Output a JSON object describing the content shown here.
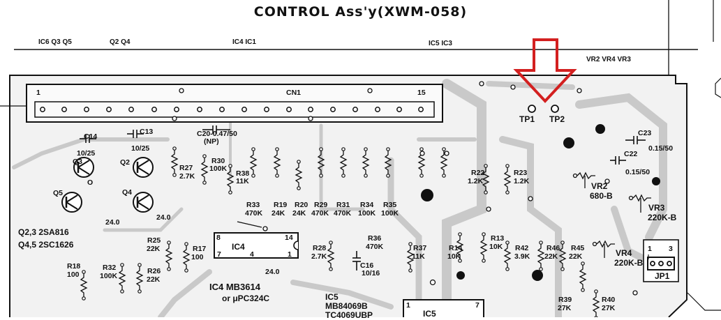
{
  "title": "CONTROL Ass'y(XWM-058)",
  "header_left_1": "IC6 Q3 Q5",
  "header_left_2": "Q2 Q4",
  "header_mid": "IC4  IC1",
  "header_ic5": "IC5 IC3",
  "header_vr": "VR2  VR4  VR3",
  "connector": {
    "name": "CN1",
    "pin_first": "1",
    "pin_last": "15"
  },
  "test_points": {
    "tp1": "TP1",
    "tp2": "TP2"
  },
  "jumper": {
    "name": "JP1",
    "pin1": "1",
    "pin3": "3"
  },
  "capacitors": {
    "c14": "C14",
    "c14_val": "10/25",
    "c13": "C13",
    "c13_val": "10/25",
    "c20": "C20-0.47/50",
    "c20_np": "(NP)",
    "c23": "C23",
    "c23_val": "0.15/50",
    "c22": "C22",
    "c22_val": "0.15/50",
    "c16": "C16",
    "c16_val": "10/16"
  },
  "resistors": {
    "r27": "R27",
    "r27_val": "2.7K",
    "r30": "R30",
    "r30_val": "100K",
    "r38": "R38",
    "r38_val": "11K",
    "r33": "R33",
    "r33_val": "470K",
    "r19": "R19",
    "r19_val": "24K",
    "r20": "R20",
    "r20_val": "24K",
    "r29": "R29",
    "r29_val": "470K",
    "r31": "R31",
    "r31_val": "470K",
    "r34": "R34",
    "r34_val": "100K",
    "r35": "R35",
    "r35_val": "100K",
    "r22": "R22",
    "r22_val": "1.2K",
    "r23": "R23",
    "r23_val": "1.2K",
    "r25": "R25",
    "r25_val": "22K",
    "r17": "R17",
    "r17_val": "100",
    "r28": "R28",
    "r28_val": "2.7K",
    "r36": "R36",
    "r36_val": "470K",
    "r37": "R37",
    "r37_val": "11K",
    "r14": "R14",
    "r14_val": "10K",
    "r13": "R13",
    "r13_val": "10K",
    "r42": "R42",
    "r42_val": "3.9K",
    "r46": "R46",
    "r46_val": "22K",
    "r45": "R45",
    "r45_val": "22K",
    "r18": "R18",
    "r18_val": "100",
    "r32": "R32",
    "r32_val": "100K",
    "r26": "R26",
    "r26_val": "22K",
    "r39": "R39",
    "r39_val": "27K",
    "r40": "R40",
    "r40_val": "27K"
  },
  "pots": {
    "vr2": "VR2",
    "vr2_val": "680-B",
    "vr3": "VR3",
    "vr3_val": "220K-B",
    "vr4": "VR4",
    "vr4_val": "220K-B"
  },
  "transistors": {
    "q3": "Q3",
    "q2": "Q2",
    "q5": "Q5",
    "q4": "Q4",
    "emitter_mark": "O",
    "voltage_a": "24.0",
    "voltage_b": "24.0",
    "note_1": "Q2,3  2SA816",
    "note_2": "Q4,5  2SC1626"
  },
  "ics": {
    "ic4": "IC4",
    "ic4_pin8": "8",
    "ic4_pin14": "14",
    "ic4_pin7": "7",
    "ic4_pin4": "4",
    "ic4_pin1": "1",
    "ic4_voltage": "24.0",
    "ic4_part": "IC4  MB3614",
    "ic4_alt": "or  μPC324C",
    "ic5_label": "IC5",
    "ic5_part": "MB84069B",
    "ic5_alt": "TC4069UBP",
    "ic5_body": "IC5",
    "ic5_pin1": "1",
    "ic5_pin7": "7"
  },
  "colors": {
    "ink": "#111111",
    "pad": "#cfcfcf",
    "arrow": "#d32020"
  }
}
